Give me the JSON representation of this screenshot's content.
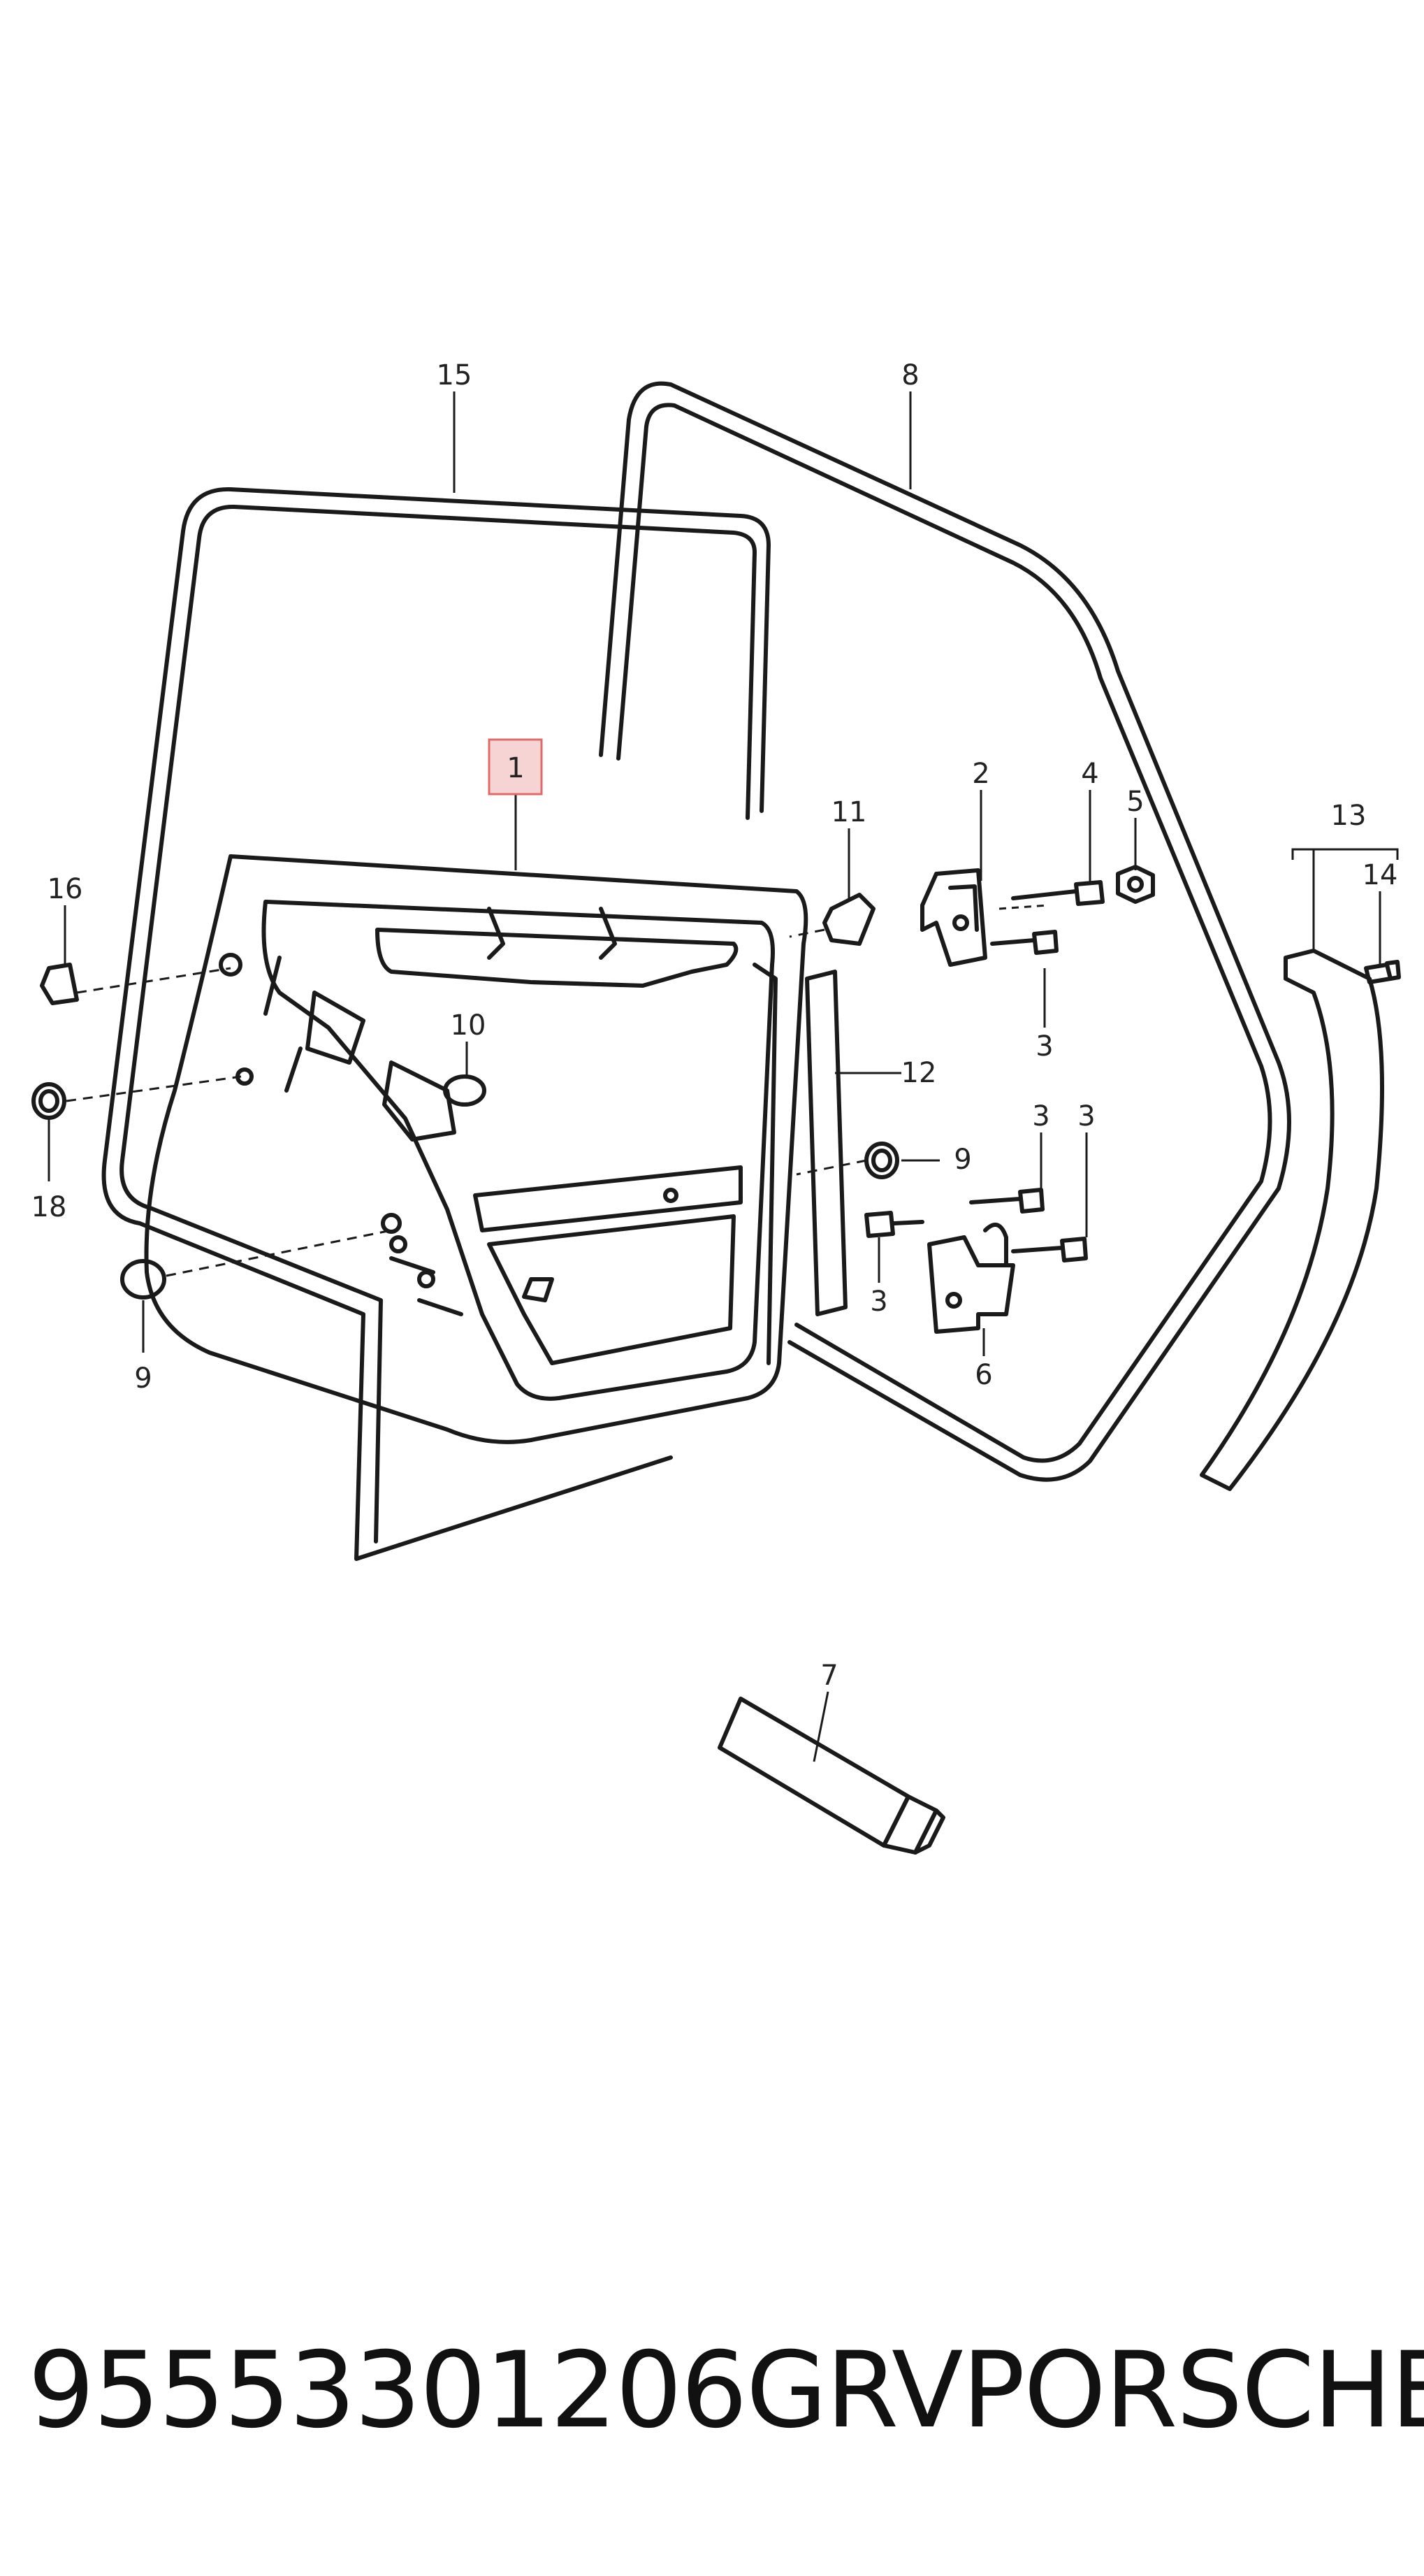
{
  "diagram": {
    "callouts": {
      "c1": "1",
      "c2": "2",
      "c3a": "3",
      "c3b": "3",
      "c3c": "3",
      "c3d": "3",
      "c4": "4",
      "c5": "5",
      "c6": "6",
      "c7": "7",
      "c8": "8",
      "c9a": "9",
      "c9b": "9",
      "c10": "10",
      "c11": "11",
      "c12": "12",
      "c13": "13",
      "c14": "14",
      "c15": "15",
      "c16": "16",
      "c18": "18"
    }
  },
  "footer": {
    "part_number": "95553301206GRV",
    "brand": "PORSCHE"
  },
  "colors": {
    "line": "#1a1a1a",
    "highlight_box": "#e06a6a",
    "highlight_fill": "#f7d4d4"
  }
}
